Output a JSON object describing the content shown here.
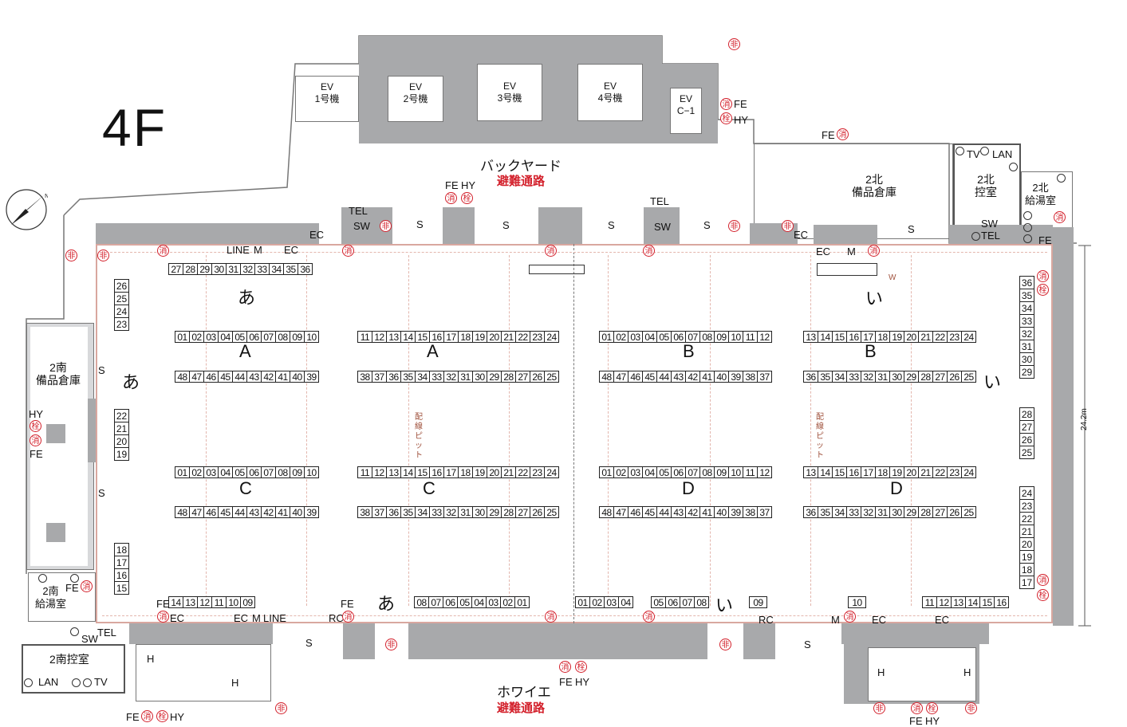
{
  "floor": {
    "title": "4F"
  },
  "elevators": [
    {
      "label": "EV\n1号機"
    },
    {
      "label": "EV\n2号機"
    },
    {
      "label": "EV\n3号機"
    },
    {
      "label": "EV\n4号機"
    },
    {
      "label": "EV\nC−1"
    }
  ],
  "areas": {
    "backyard": "バックヤード",
    "backyard_route": "避難通路",
    "foyer": "ホワイエ",
    "foyer_route": "避難通路",
    "north_storage": "2北\n備品倉庫",
    "north_control": "2北\n控室",
    "north_kitchen": "2北\n給湯室",
    "south_storage": "2南\n備品倉庫",
    "south_kitchen": "2南\n給湯室",
    "south_control": "2南控室",
    "cable_pit": "配線ピット",
    "dimension": "24.2m"
  },
  "symbols": {
    "fire_ext": "消",
    "hydrant": "栓",
    "exit": "非",
    "FE": "FE",
    "HY": "HY",
    "EC": "EC",
    "M": "M",
    "S": "S",
    "H": "H",
    "TEL": "TEL",
    "SW": "SW",
    "LAN": "LAN",
    "TV": "TV",
    "LINE": "LINE",
    "RC": "RC",
    "W": "W"
  },
  "zones": {
    "a": "あ",
    "i": "い",
    "A": "A",
    "B": "B",
    "C": "C",
    "D": "D"
  },
  "booths": {
    "a_top": [
      "27",
      "28",
      "29",
      "30",
      "31",
      "32",
      "33",
      "34",
      "35",
      "36"
    ],
    "A1_top": [
      "01",
      "02",
      "03",
      "04",
      "05",
      "06",
      "07",
      "08",
      "09",
      "10"
    ],
    "A1_bot": [
      "48",
      "47",
      "46",
      "45",
      "44",
      "43",
      "42",
      "41",
      "40",
      "39"
    ],
    "A2_top": [
      "11",
      "12",
      "13",
      "14",
      "15",
      "16",
      "17",
      "18",
      "19",
      "20",
      "21",
      "22",
      "23",
      "24"
    ],
    "A2_bot": [
      "38",
      "37",
      "36",
      "35",
      "34",
      "33",
      "32",
      "31",
      "30",
      "29",
      "28",
      "27",
      "26",
      "25"
    ],
    "B1_top": [
      "01",
      "02",
      "03",
      "04",
      "05",
      "06",
      "07",
      "08",
      "09",
      "10",
      "11",
      "12"
    ],
    "B1_bot": [
      "48",
      "47",
      "46",
      "45",
      "44",
      "43",
      "42",
      "41",
      "40",
      "39",
      "38",
      "37"
    ],
    "B2_top": [
      "13",
      "14",
      "15",
      "16",
      "17",
      "18",
      "19",
      "20",
      "21",
      "22",
      "23",
      "24"
    ],
    "B2_bot": [
      "36",
      "35",
      "34",
      "33",
      "32",
      "31",
      "30",
      "29",
      "28",
      "27",
      "26",
      "25"
    ],
    "a_left_1": [
      "26",
      "25",
      "24",
      "23"
    ],
    "a_left_2": [
      "22",
      "21",
      "20",
      "19"
    ],
    "a_left_3": [
      "18",
      "17",
      "16",
      "15"
    ],
    "a_bottom_l": [
      "14",
      "13",
      "12",
      "11",
      "10",
      "09"
    ],
    "a_bottom_r": [
      "08",
      "07",
      "06",
      "05",
      "04",
      "03",
      "02",
      "01"
    ],
    "i_bottom_1": [
      "01",
      "02",
      "03",
      "04"
    ],
    "i_bottom_2": [
      "05",
      "06",
      "07",
      "08"
    ],
    "i_bottom_3": [
      "09"
    ],
    "i_bottom_4": [
      "10"
    ],
    "i_bottom_5": [
      "11",
      "12",
      "13",
      "14",
      "15",
      "16"
    ],
    "i_right_1": [
      "36",
      "35",
      "34",
      "33",
      "32",
      "31",
      "30",
      "29"
    ],
    "i_right_2": [
      "28",
      "27",
      "26",
      "25"
    ],
    "i_right_3": [
      "24",
      "23",
      "22",
      "21",
      "20",
      "19",
      "18",
      "17"
    ]
  }
}
